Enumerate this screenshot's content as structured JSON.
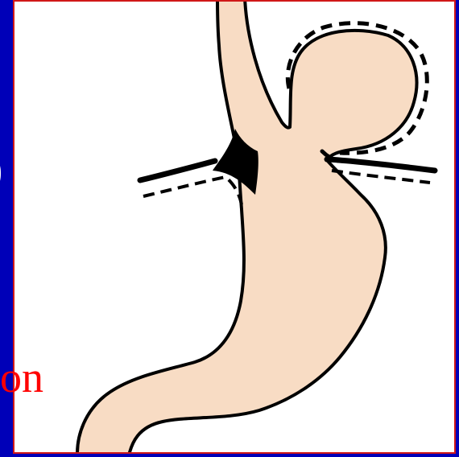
{
  "slide": {
    "fragment_white": ")",
    "fragment_red_top": "-",
    "fragment_red": "on"
  },
  "colors": {
    "background": "#0000b8",
    "frame_border": "#d01818",
    "tissue": "#f8dcc4",
    "outline": "#000000",
    "accent_text": "#ff0000"
  },
  "figure": {
    "elements": [
      "esophagus",
      "stomach",
      "herniated-fundus",
      "diaphragm-left",
      "diaphragm-right",
      "hiatus-gap"
    ]
  }
}
